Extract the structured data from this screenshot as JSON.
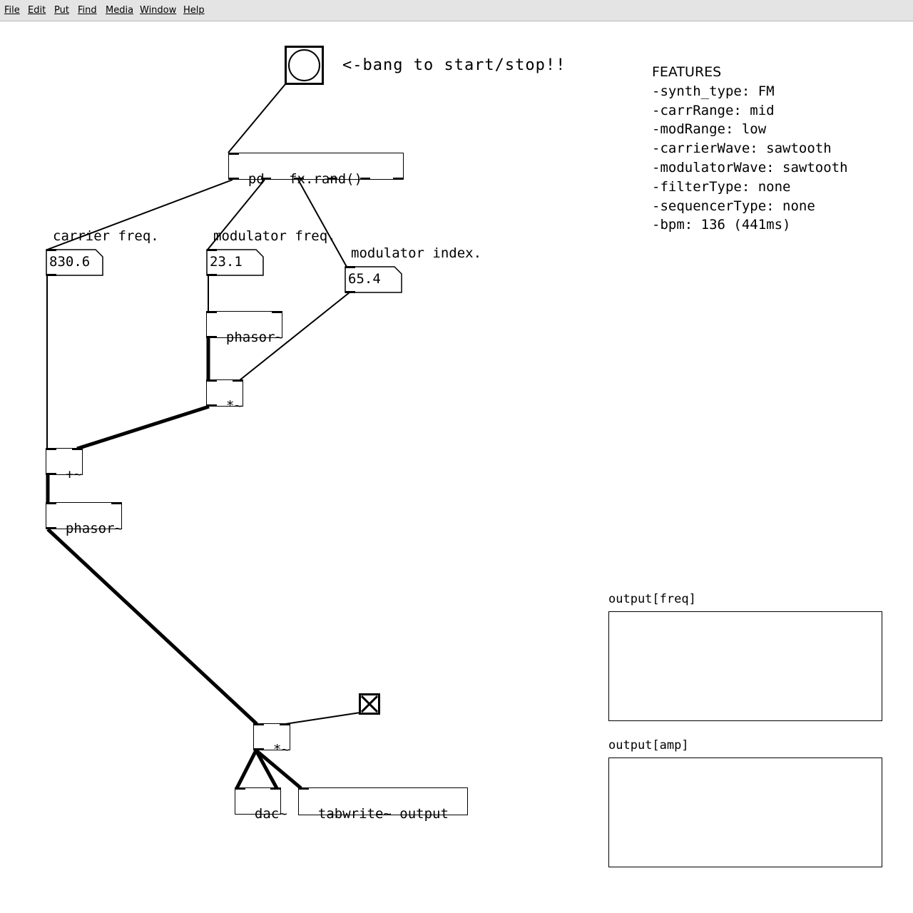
{
  "menu": [
    "File",
    "Edit",
    "Put",
    "Find",
    "Media",
    "Window",
    "Help"
  ],
  "bang_comment": "<-bang to start/stop!!",
  "objects": {
    "pd_rand": "pd   fx.rand()",
    "phasor_mod": "phasor~",
    "mult_mod": "*~",
    "add": "+~",
    "phasor_carrier": "phasor~",
    "mult_out": "*~",
    "dac": "dac~",
    "tabwrite": "tabwrite~ output"
  },
  "numbers": {
    "carrier_freq": {
      "label": "carrier freq.",
      "value": "830.6"
    },
    "modulator_freq": {
      "label": "modulator freq.",
      "value": "23.1"
    },
    "modulator_index": {
      "label": "modulator index.",
      "value": "65.4"
    }
  },
  "toggle": {
    "checked": true
  },
  "features": {
    "title": "FEATURES",
    "lines": [
      "-synth_type: FM",
      "-carrRange: mid",
      "-modRange: low",
      "-carrierWave: sawtooth",
      "-modulatorWave: sawtooth",
      "-filterType: none",
      "-sequencerType: none",
      "-bpm: 136 (441ms)"
    ]
  },
  "arrays": {
    "freq": {
      "label": "output[freq]"
    },
    "amp": {
      "label": "output[amp]"
    }
  }
}
